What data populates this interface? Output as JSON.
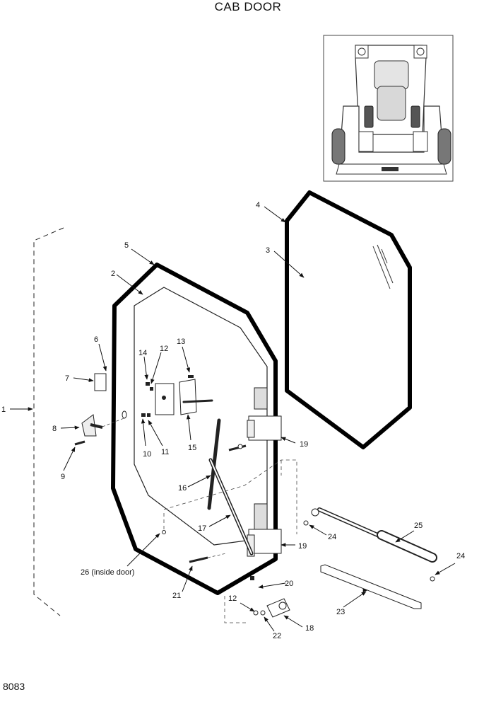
{
  "title": "CAB DOOR",
  "drawing_code": "8083",
  "callouts": {
    "c1": "1",
    "c2": "2",
    "c3": "3",
    "c4": "4",
    "c5": "5",
    "c6": "6",
    "c7": "7",
    "c8": "8",
    "c9": "9",
    "c10": "10",
    "c11": "11",
    "c12a": "12",
    "c12b": "12",
    "c13": "13",
    "c14": "14",
    "c15": "15",
    "c16": "16",
    "c17": "17",
    "c18": "18",
    "c19a": "19",
    "c19b": "19",
    "c20": "20",
    "c21": "21",
    "c22": "22",
    "c23": "23",
    "c24a": "24",
    "c24b": "24",
    "c25": "25",
    "c26": "26 (inside door)"
  }
}
